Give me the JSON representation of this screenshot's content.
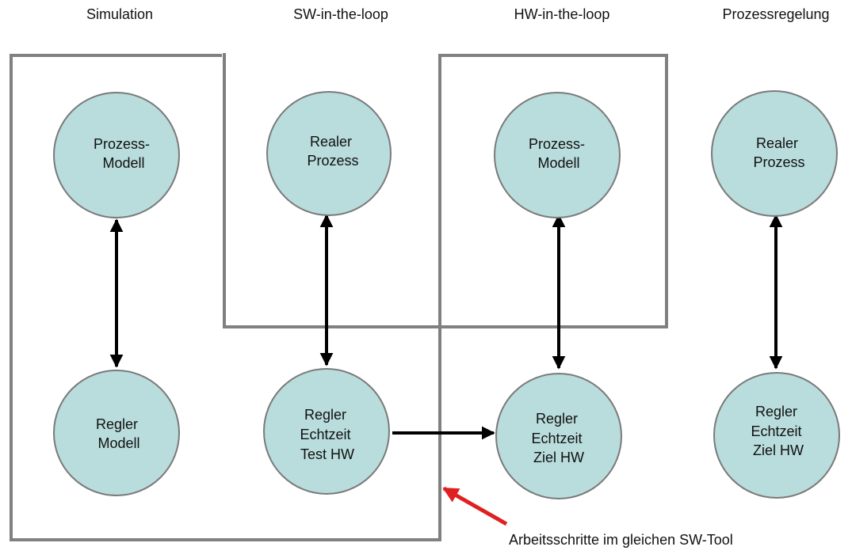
{
  "columns": [
    "Simulation",
    "SW-in-the-loop",
    "HW-in-the-loop",
    "Prozessregelung"
  ],
  "nodes": {
    "sim_process": [
      "Prozess-",
      "Modell"
    ],
    "sil_process": [
      "Realer",
      "Prozess"
    ],
    "hil_process": [
      "Prozess-",
      "Modell"
    ],
    "pr_process": [
      "Realer",
      "Prozess"
    ],
    "sim_controller": [
      "Regler",
      "Modell"
    ],
    "sil_controller": [
      "Regler",
      "Echtzeit",
      "Test HW"
    ],
    "hil_controller": [
      "Regler",
      "Echtzeit",
      "Ziel HW"
    ],
    "pr_controller": [
      "Regler",
      "Echtzeit",
      "Ziel HW"
    ]
  },
  "annotation": "Arbeitsschritte im gleichen SW-Tool",
  "colors": {
    "node_fill": "#b9dcdc",
    "node_stroke": "#7a7a7a",
    "boundary": "#808080",
    "arrow": "#000000",
    "pointer": "#e02020"
  }
}
